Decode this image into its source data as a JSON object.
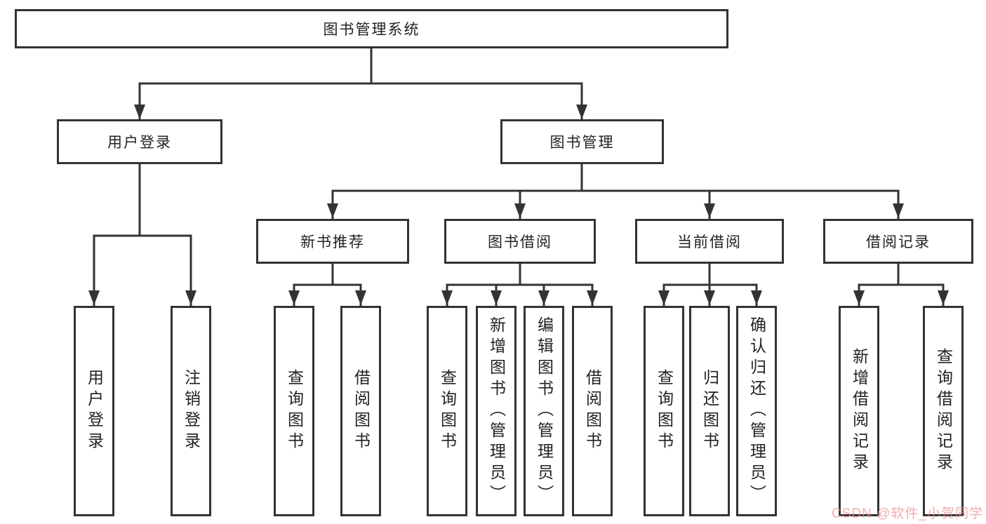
{
  "diagram": {
    "root": {
      "label": "图书管理系统"
    },
    "branches": [
      {
        "label": "用户登录",
        "children": [
          {
            "label": "用户登录"
          },
          {
            "label": "注销登录"
          }
        ]
      },
      {
        "label": "图书管理",
        "children": [
          {
            "label": "新书推荐",
            "children": [
              {
                "label": "查询图书"
              },
              {
                "label": "借阅图书"
              }
            ]
          },
          {
            "label": "图书借阅",
            "children": [
              {
                "label": "查询图书"
              },
              {
                "label": "新增图书（管理员）"
              },
              {
                "label": "编辑图书（管理员）"
              },
              {
                "label": "借阅图书"
              }
            ]
          },
          {
            "label": "当前借阅",
            "children": [
              {
                "label": "查询图书"
              },
              {
                "label": "归还图书"
              },
              {
                "label": "确认归还（管理员）"
              }
            ]
          },
          {
            "label": "借阅记录",
            "children": [
              {
                "label": "新增借阅记录"
              },
              {
                "label": "查询借阅记录"
              }
            ]
          }
        ]
      }
    ]
  },
  "watermark": {
    "text": "CSDN @软件_小贺同学",
    "color": "#EE8C8C"
  },
  "colors": {
    "line": "#333333",
    "box_border": "#333333",
    "box_fill": "#FFFFFF",
    "text": "#222222",
    "background": "#FFFFFF"
  }
}
